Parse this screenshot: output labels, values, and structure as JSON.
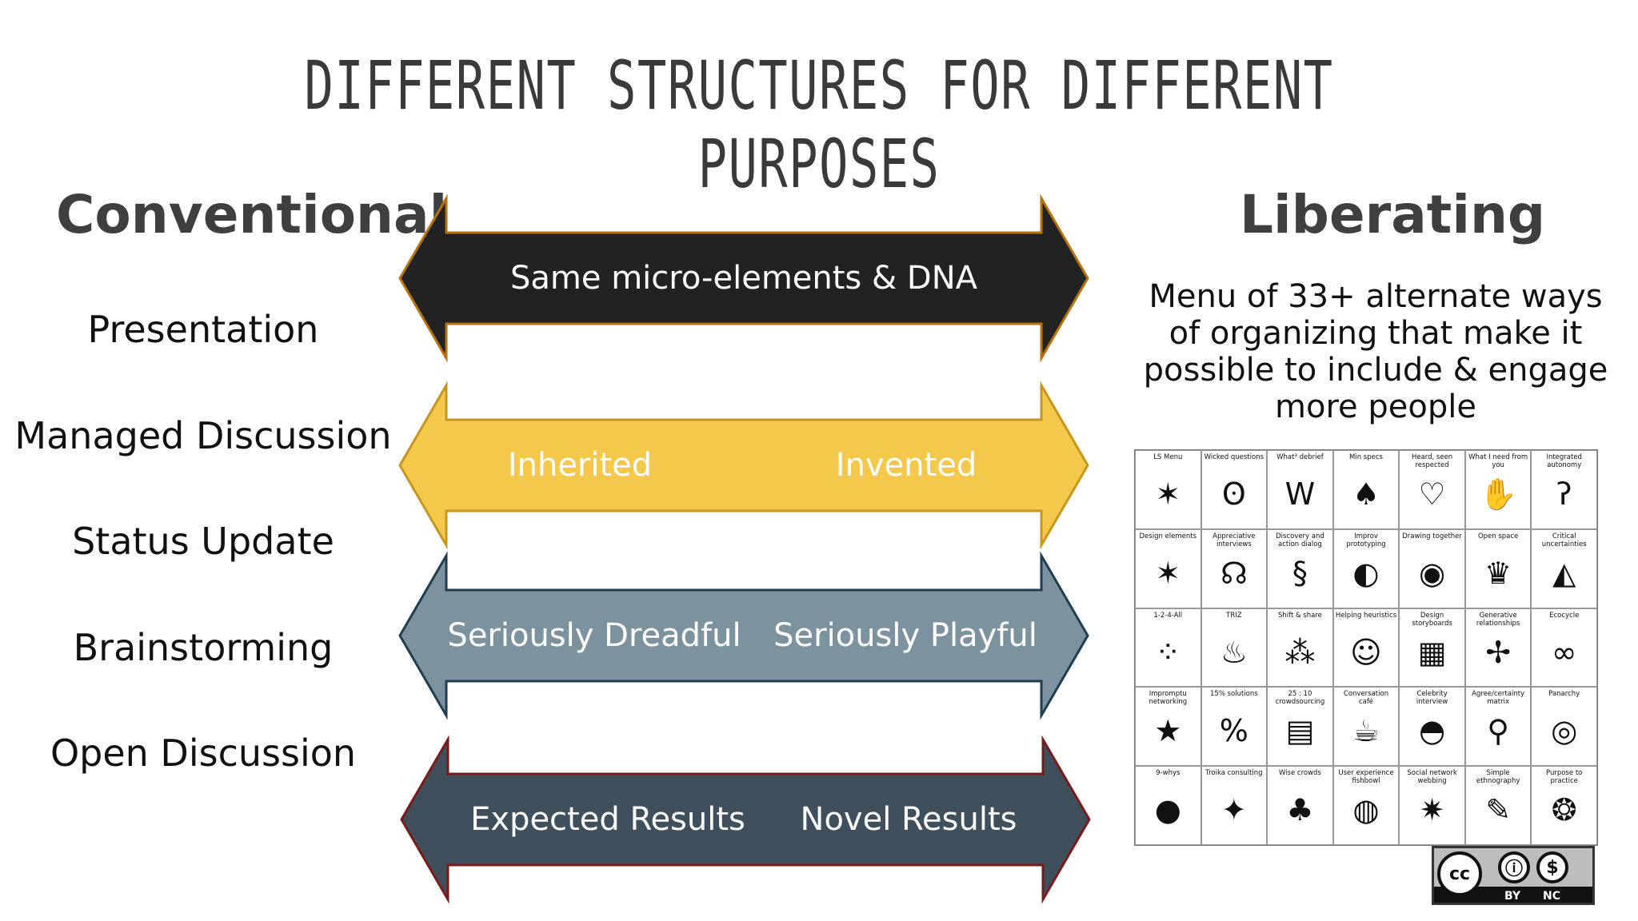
{
  "title": "DIFFERENT STRUCTURES FOR DIFFERENT PURPOSES",
  "left_heading": "Conventional",
  "right_heading": "Liberating",
  "conventional_structures": [
    "Presentation",
    "Managed Discussion",
    "Status Update",
    "Brainstorming",
    "Open Discussion"
  ],
  "liberating_description": "Menu of 33+ alternate ways of organizing that make it possible to include & engage more people",
  "arrows": [
    {
      "fill": "#222222",
      "stroke": "#b8730f",
      "center": "Same micro-elements & DNA"
    },
    {
      "fill": "#f4c84a",
      "stroke": "#c9961d",
      "left": "Inherited",
      "right": "Invented"
    },
    {
      "fill": "#7c939f",
      "stroke": "#1f3e4f",
      "left": "Seriously Dreadful",
      "right": "Seriously Playful"
    },
    {
      "fill": "#3f4f5c",
      "stroke": "#7a1b1b",
      "left": "Expected Results",
      "right": "Novel Results"
    }
  ],
  "methods": [
    {
      "label": "LS Menu",
      "icon": "box-burst"
    },
    {
      "label": "Wicked questions",
      "icon": "spiral"
    },
    {
      "label": "What³ debrief",
      "icon": "www"
    },
    {
      "label": "Min specs",
      "icon": "mushroom"
    },
    {
      "label": "Heard, seen respected",
      "icon": "heart"
    },
    {
      "label": "What I need from you",
      "icon": "hand"
    },
    {
      "label": "Integrated autonomy",
      "icon": "squiggles"
    },
    {
      "label": "Design elements",
      "icon": "stars"
    },
    {
      "label": "Appreciative interviews",
      "icon": "speech-bubbles"
    },
    {
      "label": "Discovery and action dialog",
      "icon": "helix"
    },
    {
      "label": "Improv prototyping",
      "icon": "masks"
    },
    {
      "label": "Drawing together",
      "icon": "palette"
    },
    {
      "label": "Open space",
      "icon": "circle-people"
    },
    {
      "label": "Critical uncertainties",
      "icon": "shark-fin"
    },
    {
      "label": "1-2-4-All",
      "icon": "dots-circle"
    },
    {
      "label": "TRIZ",
      "icon": "flame"
    },
    {
      "label": "Shift & share",
      "icon": "footprints"
    },
    {
      "label": "Helping heuristics",
      "icon": "meditating-person"
    },
    {
      "label": "Design storyboards",
      "icon": "storyboard"
    },
    {
      "label": "Generative relationships",
      "icon": "compass"
    },
    {
      "label": "Ecocycle",
      "icon": "infinity"
    },
    {
      "label": "Impromptu networking",
      "icon": "star-people"
    },
    {
      "label": "15% solutions",
      "icon": "15-percent"
    },
    {
      "label": "25 : 10 crowdsourcing",
      "icon": "25-10-card"
    },
    {
      "label": "Conversation café",
      "icon": "coffee-cup"
    },
    {
      "label": "Celebrity interview",
      "icon": "spotlight"
    },
    {
      "label": "Agree/certainty matrix",
      "icon": "magnifier"
    },
    {
      "label": "Panarchy",
      "icon": "nested-arcs"
    },
    {
      "label": "9-whys",
      "icon": "9-whys"
    },
    {
      "label": "Troika consulting",
      "icon": "troika"
    },
    {
      "label": "Wise crowds",
      "icon": "crowd"
    },
    {
      "label": "User experience fishbowl",
      "icon": "fishbowl"
    },
    {
      "label": "Social network webbing",
      "icon": "network"
    },
    {
      "label": "Simple ethnography",
      "icon": "clipboard"
    },
    {
      "label": "Purpose to practice",
      "icon": "swirl"
    }
  ],
  "method_icon_glyphs": {
    "box-burst": "✶",
    "spiral": "ʘ",
    "www": "W",
    "mushroom": "♠",
    "heart": "♡",
    "hand": "✋",
    "squiggles": "ʔ",
    "stars": "✶",
    "speech-bubbles": "☊",
    "helix": "§",
    "masks": "◐",
    "palette": "◉",
    "circle-people": "♛",
    "shark-fin": "◭",
    "dots-circle": "⁘",
    "flame": "♨",
    "footprints": "⁂",
    "meditating-person": "☺",
    "storyboard": "▦",
    "compass": "✢",
    "infinity": "∞",
    "star-people": "★",
    "15-percent": "%",
    "25-10-card": "▤",
    "coffee-cup": "☕",
    "spotlight": "◓",
    "magnifier": "⚲",
    "nested-arcs": "◎",
    "9-whys": "●",
    "troika": "✦",
    "crowd": "♣",
    "fishbowl": "◍",
    "network": "✷",
    "clipboard": "✎",
    "swirl": "❂"
  },
  "license": {
    "by": "BY",
    "nc": "NC",
    "logo": "cc",
    "by_glyph": "ⓘ",
    "nc_glyph": "$"
  }
}
